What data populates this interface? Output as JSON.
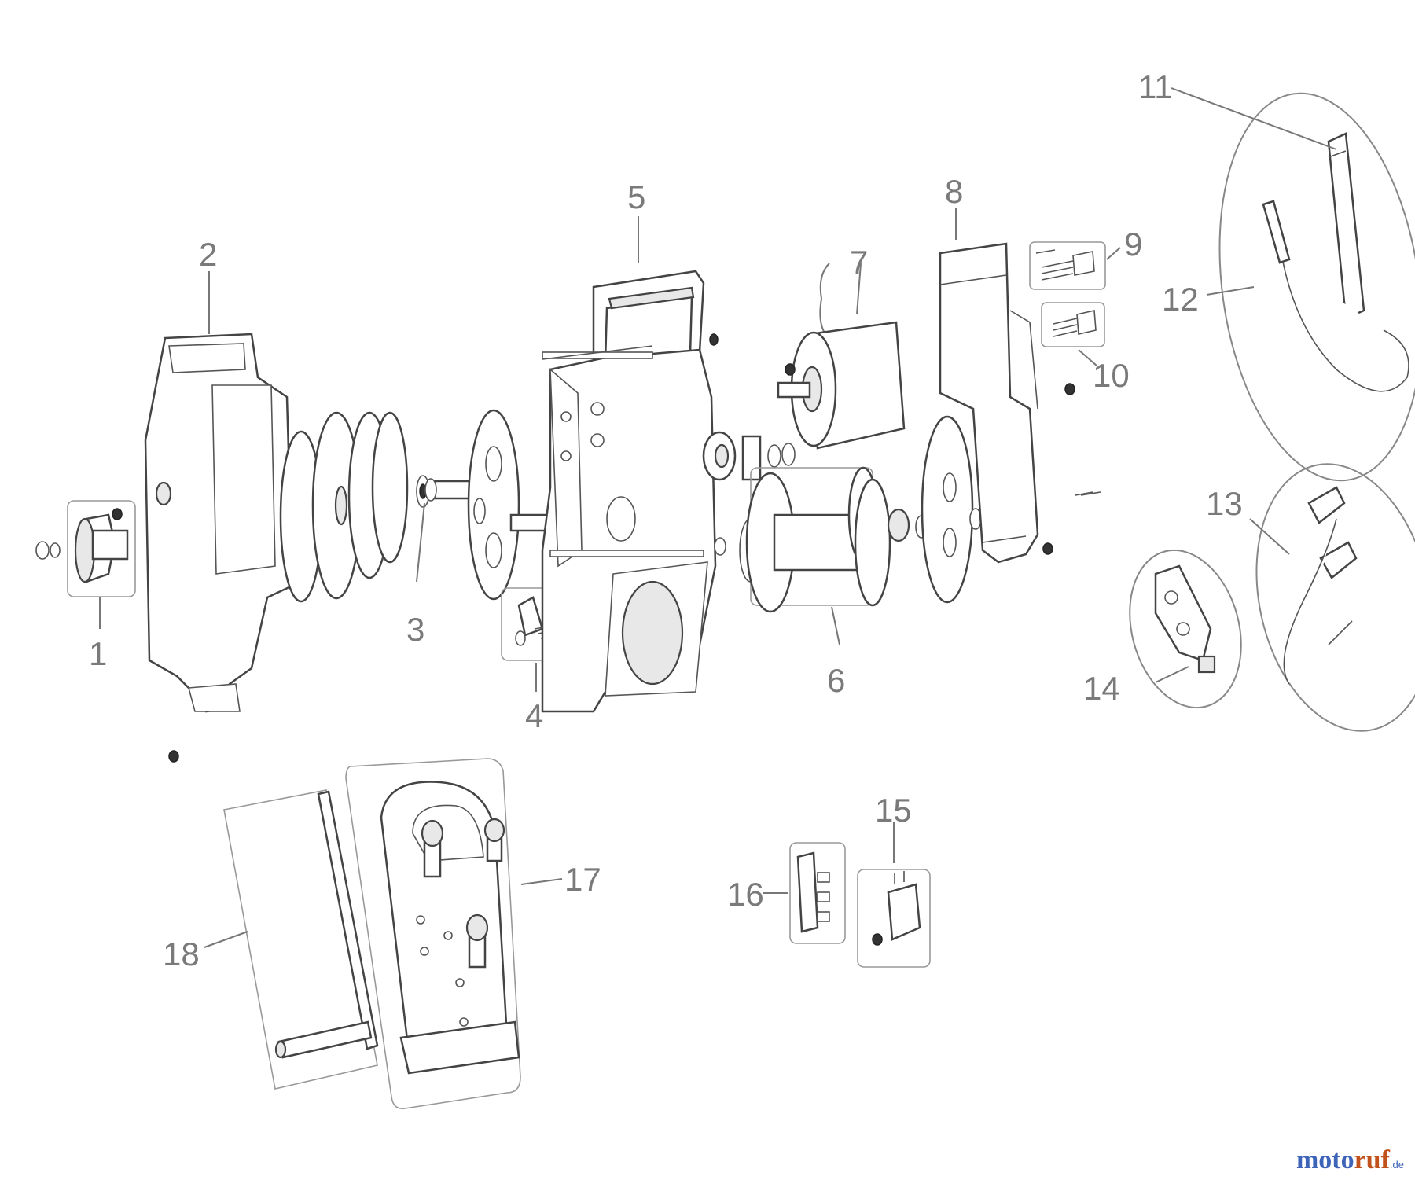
{
  "diagram": {
    "callouts": [
      "1",
      "2",
      "3",
      "4",
      "5",
      "6",
      "7",
      "8",
      "9",
      "10",
      "11",
      "12",
      "13",
      "14",
      "15",
      "16",
      "17",
      "18"
    ]
  },
  "watermark": {
    "part_a": "moto",
    "part_b": "ruf",
    "part_c": ".de"
  },
  "colors": {
    "callout_text": "#7a7a7a",
    "line": "#444444",
    "watermark_blue": "#3d64b8",
    "watermark_orange": "#c2521c"
  }
}
